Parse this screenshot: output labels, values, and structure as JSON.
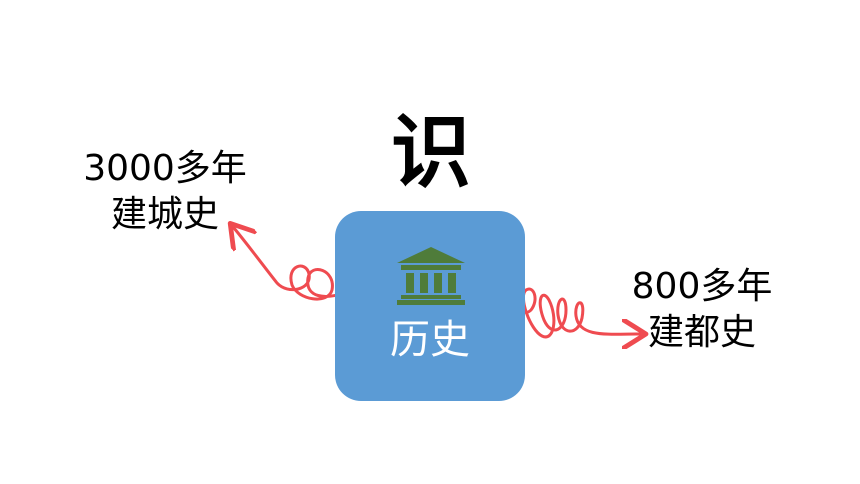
{
  "heading": "识",
  "center": {
    "label": "历史",
    "icon": "museum-icon",
    "box_color": "#5b9bd5",
    "icon_color": "#4f7c3a"
  },
  "left_note": {
    "line1": "3000多年",
    "line2": "建城史"
  },
  "right_note": {
    "line1": "800多年",
    "line2": "建都史"
  },
  "connector_color": "#ef4b50"
}
